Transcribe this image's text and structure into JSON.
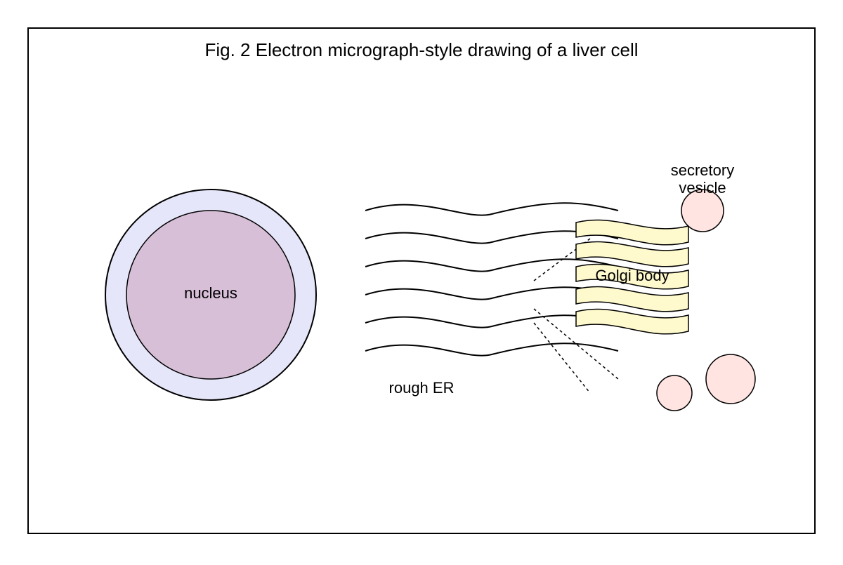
{
  "figure": {
    "title": "Fig. 2 Electron micrograph-style drawing of a liver cell"
  },
  "labels": {
    "nucleus": "nucleus",
    "rough_er": "rough ER",
    "golgi": "Golgi body",
    "vesicle_line1": "secretory",
    "vesicle_line2": "vesicle"
  },
  "colors": {
    "nuclear_envelope": "#e6e6fa",
    "nucleus": "#d8bfd8",
    "golgi": "#fffacd",
    "vesicle": "#ffe4e1",
    "stroke": "#000000"
  }
}
